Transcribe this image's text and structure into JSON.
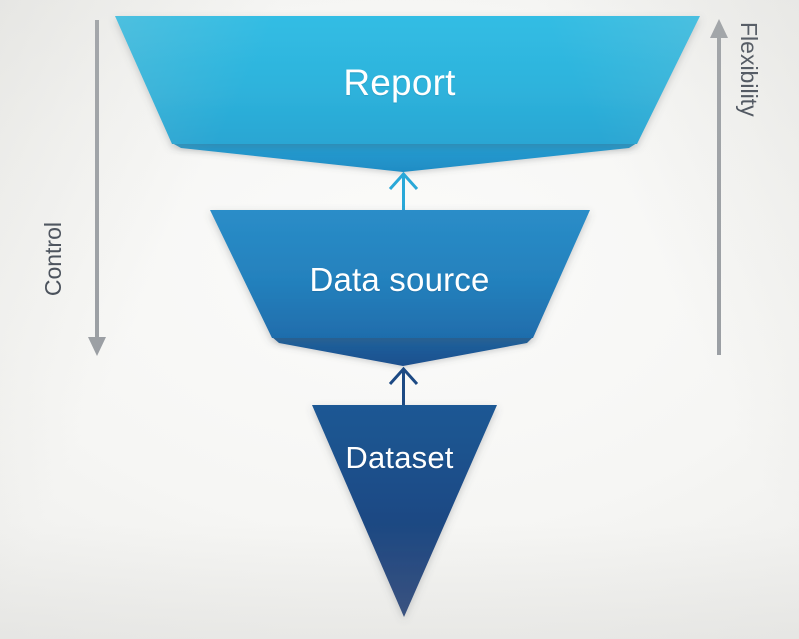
{
  "diagram": {
    "title": "Report / Data source / Dataset funnel",
    "background_color": "#f1f1ef",
    "levels": [
      {
        "id": "report",
        "label": "Report",
        "shape": "trapezoid",
        "fill_top": "#2fbae2",
        "fill_bottom": "#29a6d3",
        "shadow_color": "#2197cf",
        "order": 1
      },
      {
        "id": "data-source",
        "label": "Data source",
        "shape": "trapezoid",
        "fill_top": "#2789c5",
        "fill_bottom": "#1f6dac",
        "shadow_color": "#1c5796",
        "order": 2
      },
      {
        "id": "dataset",
        "label": "Dataset",
        "shape": "inverted-triangle",
        "fill_top": "#1d558f",
        "fill_bottom": "#1c3971",
        "shadow_color": "#1c3971",
        "order": 3
      }
    ],
    "connectors": [
      {
        "id": "dataset-to-data-source",
        "from": "dataset",
        "to": "data-source",
        "direction": "up",
        "color": "#1d4a84"
      },
      {
        "id": "data-source-to-report",
        "from": "data-source",
        "to": "report",
        "direction": "up",
        "color": "#29a8d8"
      }
    ],
    "axes": [
      {
        "id": "control",
        "label": "Control",
        "side": "left",
        "direction": "down",
        "color": "#9a9ea3",
        "text_color": "#3c4450"
      },
      {
        "id": "flexibility",
        "label": "Flexibility",
        "side": "right",
        "direction": "up",
        "color": "#9a9ea3",
        "text_color": "#3c4450"
      }
    ]
  }
}
